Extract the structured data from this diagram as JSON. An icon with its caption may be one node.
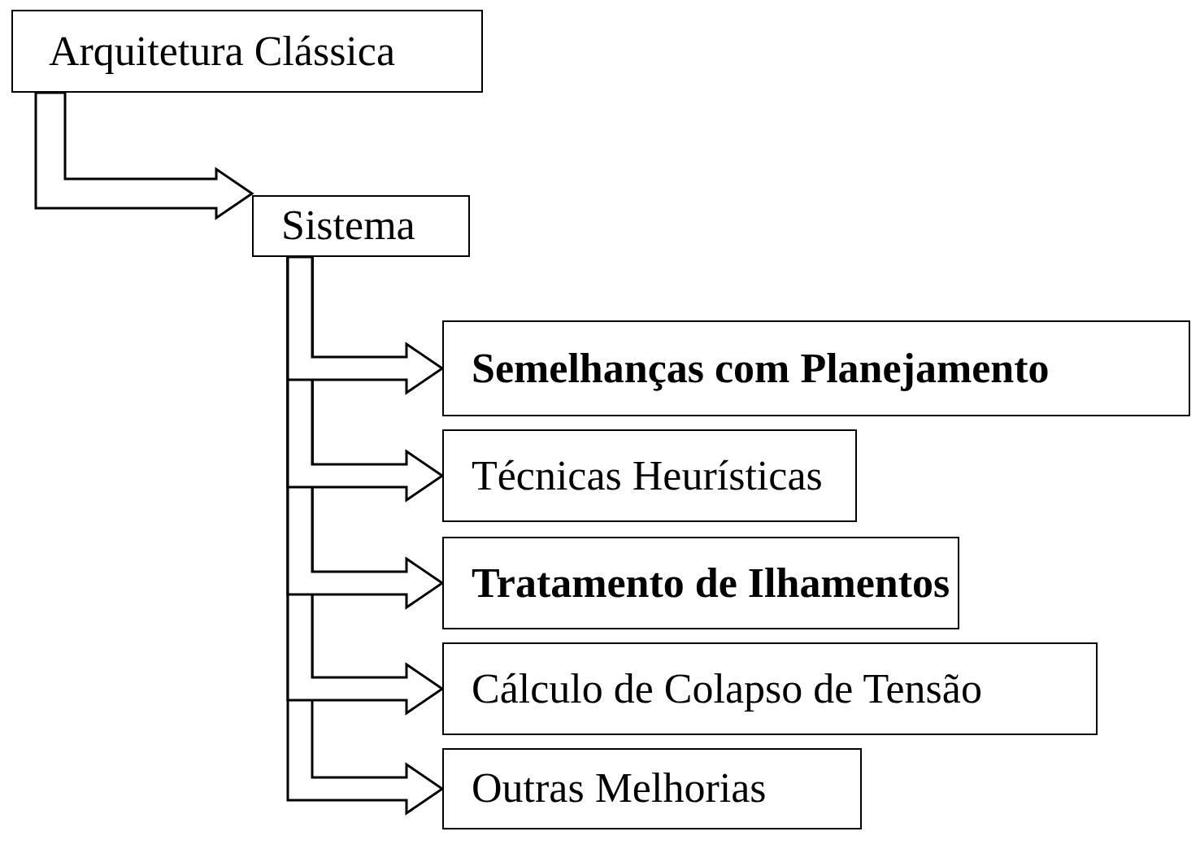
{
  "diagram": {
    "nodes": [
      {
        "text": [
          "Arquitetura Clássica"
        ]
      },
      {
        "text": [
          "Sistema"
        ]
      },
      {
        "text": [
          "Semelhanças com Planejamento"
        ]
      },
      {
        "text": [
          "Técnicas Heurísticas"
        ]
      },
      {
        "text": [
          "Tratamento de Ilhamentos"
        ]
      },
      {
        "text": [
          "Cálculo de Colapso de Tensão"
        ]
      },
      {
        "text": [
          "Outras Melhorias"
        ]
      }
    ],
    "edges": [
      {
        "from": 0,
        "to": 1,
        "arrow": "to"
      },
      {
        "from": 1,
        "to": 2,
        "arrow": "to"
      },
      {
        "from": 1,
        "to": 3,
        "arrow": "to"
      },
      {
        "from": 1,
        "to": 4,
        "arrow": "to"
      },
      {
        "from": 1,
        "to": 5,
        "arrow": "to"
      },
      {
        "from": 1,
        "to": 6,
        "arrow": "to"
      }
    ]
  }
}
